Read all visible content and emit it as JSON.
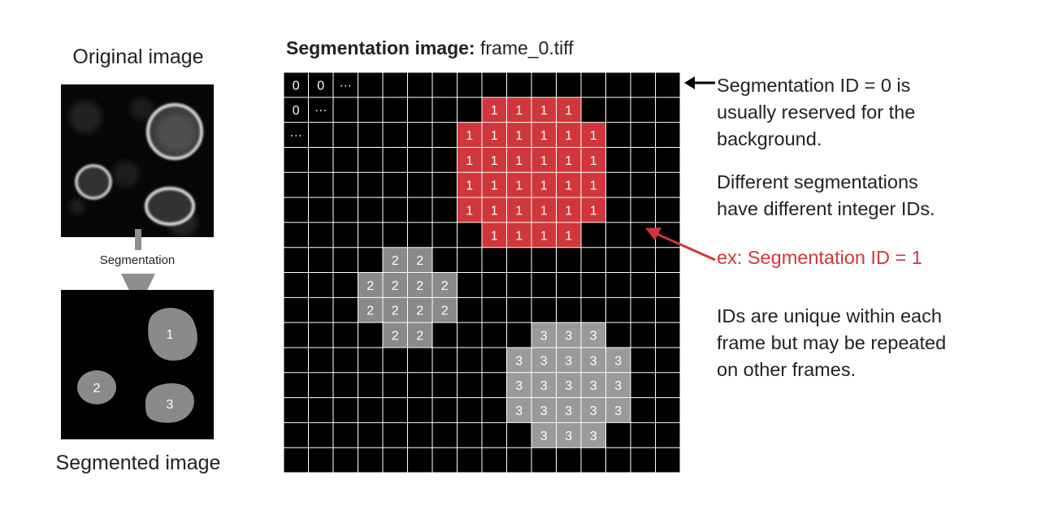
{
  "original_image": {
    "title": "Original image"
  },
  "process_label": "Segmentation",
  "segmented_image": {
    "title": "Segmented image",
    "cells": [
      {
        "id": "1"
      },
      {
        "id": "2"
      },
      {
        "id": "3"
      }
    ]
  },
  "grid": {
    "title_bold": "Segmentation image:",
    "title_file": "frame_0.tiff",
    "rows": 16,
    "cols": 16,
    "colors": {
      "background": "#000000",
      "line": "#ffffff",
      "id_1": "#d0363a",
      "id_2": "#8a8a8a",
      "id_3": "#9a9a9a"
    },
    "corner_labels": [
      [
        "0",
        "0",
        "…"
      ],
      [
        "0",
        "…"
      ],
      [
        "…"
      ]
    ],
    "cell_ids": [
      "0000000000000000",
      "0000000011110000",
      "0000000111111000",
      "0000000111111000",
      "0000000111111000",
      "0000000111111000",
      "0000000011110000",
      "0000220000000000",
      "0002222000000000",
      "0002222000000000",
      "0000220000333000",
      "0000000003333300",
      "0000000003333300",
      "0000000003333300",
      "0000000000333000",
      "0000000000000000"
    ]
  },
  "annotations": {
    "background_note": [
      "Segmentation ID = 0 is",
      "usually reserved for the",
      "background."
    ],
    "ids_note": [
      "Different segmentations",
      "have different integer IDs."
    ],
    "example_note": "ex: Segmentation ID = 1",
    "unique_note": [
      "IDs are unique within each",
      "frame but may be repeated",
      "on other frames."
    ]
  }
}
